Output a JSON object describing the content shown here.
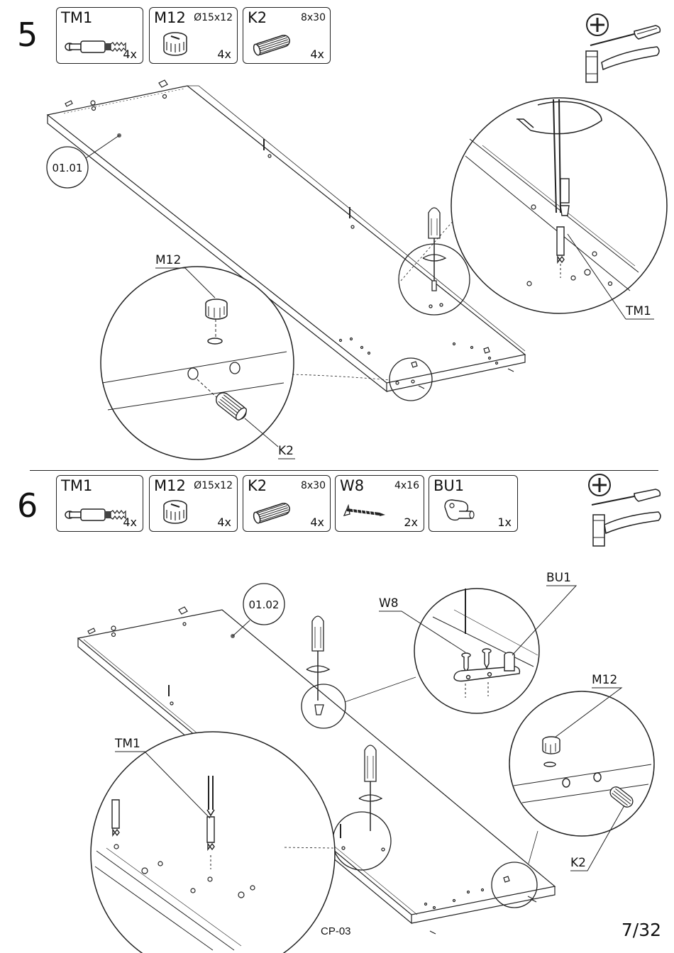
{
  "step5": {
    "number": "5",
    "parts": [
      {
        "code": "TM1",
        "dim": "",
        "qty": "4x"
      },
      {
        "code": "M12",
        "dim": "Ø15x12",
        "qty": "4x"
      },
      {
        "code": "K2",
        "dim": "8x30",
        "qty": "4x"
      }
    ],
    "panel_label": "01.01",
    "callouts": {
      "m12": "M12",
      "k2": "K2",
      "tm1": "TM1"
    }
  },
  "step6": {
    "number": "6",
    "parts": [
      {
        "code": "TM1",
        "dim": "",
        "qty": "4x"
      },
      {
        "code": "M12",
        "dim": "Ø15x12",
        "qty": "4x"
      },
      {
        "code": "K2",
        "dim": "8x30",
        "qty": "4x"
      },
      {
        "code": "W8",
        "dim": "4x16",
        "qty": "2x"
      },
      {
        "code": "BU1",
        "dim": "",
        "qty": "1x"
      }
    ],
    "panel_label": "01.02",
    "callouts": {
      "w8": "W8",
      "bu1": "BU1",
      "m12": "M12",
      "tm1": "TM1",
      "k2": "K2"
    }
  },
  "tools": [
    "phillips-screwdriver",
    "hammer"
  ],
  "footer": {
    "code": "CP-03",
    "page": "7/32"
  }
}
